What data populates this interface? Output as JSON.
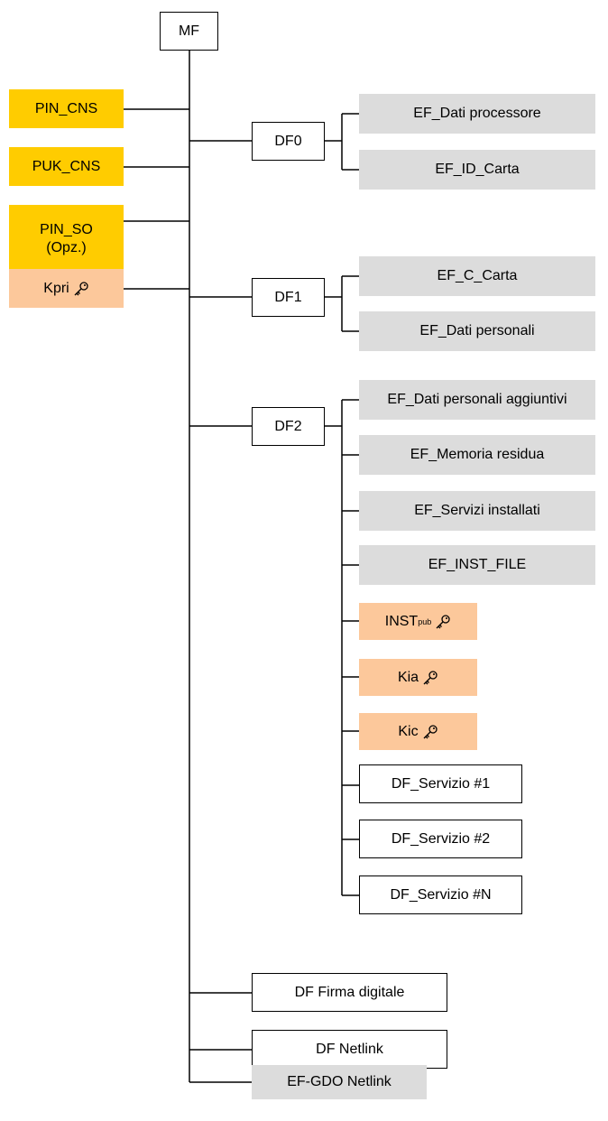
{
  "diagram": {
    "root": "MF",
    "pins": [
      {
        "id": "pin_cns",
        "label": "PIN_CNS"
      },
      {
        "id": "puk_cns",
        "label": "PUK_CNS"
      },
      {
        "id": "pin_so",
        "label": "PIN_SO",
        "sublabel": "(Opz.)"
      },
      {
        "id": "kpri",
        "label": "Kpri",
        "icon": "key-icon"
      }
    ],
    "df0": {
      "label": "DF0",
      "children": [
        "EF_Dati processore",
        "EF_ID_Carta"
      ]
    },
    "df1": {
      "label": "DF1",
      "children": [
        "EF_C_Carta",
        "EF_Dati personali"
      ]
    },
    "df2": {
      "label": "DF2",
      "efs": [
        "EF_Dati personali aggiuntivi",
        "EF_Memoria residua",
        "EF_Servizi installati",
        "EF_INST_FILE"
      ],
      "keys": [
        {
          "label": "INST",
          "sub": "pub",
          "icon": "key-icon"
        },
        {
          "label": "Kia",
          "icon": "key-icon"
        },
        {
          "label": "Kic",
          "icon": "key-icon"
        }
      ],
      "services": [
        "DF_Servizio #1",
        "DF_Servizio #2",
        "DF_Servizio #N"
      ]
    },
    "bottom": {
      "firma": "DF Firma digitale",
      "netlink": "DF Netlink",
      "gdo": "EF-GDO Netlink"
    },
    "colors": {
      "pin": "#ffcc00",
      "key": "#fcc89b",
      "ef": "#dcdcdc",
      "df": "#ffffff"
    }
  }
}
